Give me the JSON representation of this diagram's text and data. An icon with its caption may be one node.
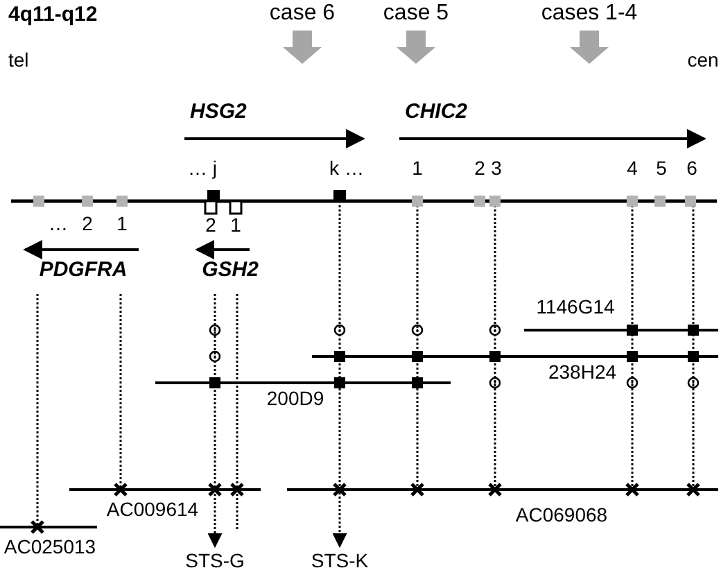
{
  "diagram": {
    "title": "4q11-q12",
    "nodes": [
      {
        "text": [
          "STS-G"
        ]
      },
      {
        "text": [
          "STS-K"
        ]
      }
    ],
    "edges": [
      {
        "from": null,
        "to": 0,
        "arrow": "to",
        "style": "dashed"
      },
      {
        "from": null,
        "to": 1,
        "arrow": "to",
        "style": "dashed"
      }
    ],
    "labels": [
      "case 6",
      "case 5",
      "cases 1-4",
      "tel",
      "cen",
      "HSG2",
      "CHIC2",
      "… j",
      "k …",
      "1",
      "2",
      "3",
      "4",
      "5",
      "6",
      "…",
      "2",
      "1",
      "2",
      "1",
      "PDGFRA",
      "GSH2",
      "1146G14",
      "238H24",
      "200D9",
      "AC009614",
      "AC025013",
      "AC069068"
    ]
  }
}
